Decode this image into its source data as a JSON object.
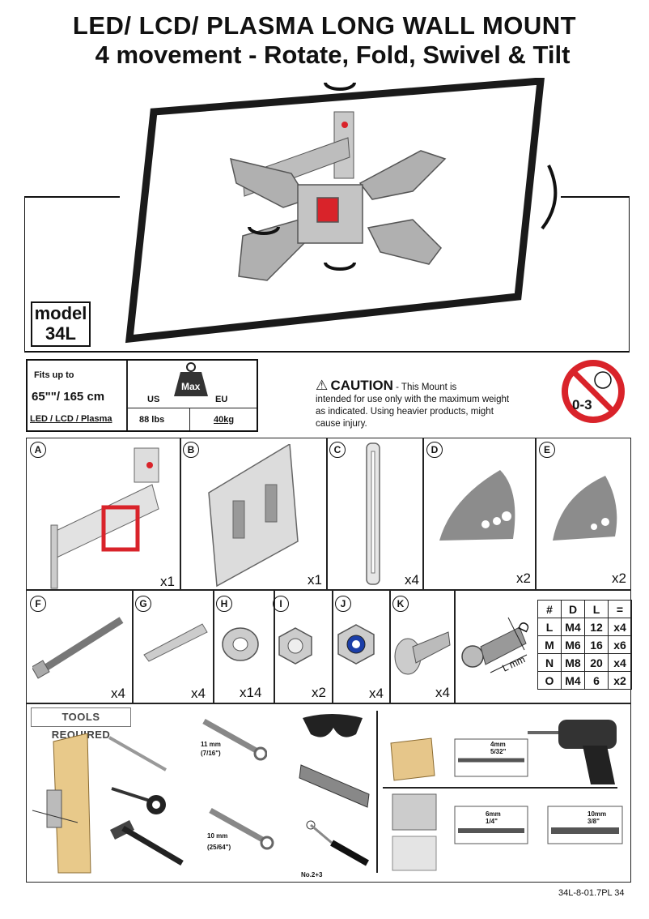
{
  "header": {
    "title": "LED/ LCD/ PLASMA LONG WALL MOUNT",
    "subtitle": "4 movement - Rotate, Fold, Swivel & Tilt"
  },
  "model": {
    "label": "model",
    "value": "34L"
  },
  "spec": {
    "fits_up_to": "Fits up to",
    "size": "65\"\"/ 165 cm",
    "screen_types": "LED / LCD / Plasma",
    "max_label": "Max",
    "us_label": "US",
    "eu_label": "EU",
    "us_value": "88 lbs",
    "eu_value": "40kg"
  },
  "caution": {
    "heading": "CAUTION",
    "text_first": " - This Mount is",
    "text_rest": "intended for use only with the maximum weight as indicated. Using heavier products, might cause injury."
  },
  "age_warning": "0-3",
  "parts_row1": [
    {
      "letter": "A",
      "qty": "x1"
    },
    {
      "letter": "B",
      "qty": "x1"
    },
    {
      "letter": "C",
      "qty": "x4"
    },
    {
      "letter": "D",
      "qty": "x2"
    },
    {
      "letter": "E",
      "qty": "x2"
    }
  ],
  "parts_row2": [
    {
      "letter": "F",
      "qty": "x4"
    },
    {
      "letter": "G",
      "qty": "x4"
    },
    {
      "letter": "H",
      "qty": "x14"
    },
    {
      "letter": "I",
      "qty": "x2"
    },
    {
      "letter": "J",
      "qty": "x4"
    },
    {
      "letter": "K",
      "qty": "x4"
    }
  ],
  "screw_labels": {
    "d": "D",
    "l": "L mm"
  },
  "screw_table": {
    "headers": [
      "#",
      "D",
      "L",
      "="
    ],
    "rows": [
      [
        "L",
        "M4",
        "12",
        "x4"
      ],
      [
        "M",
        "M6",
        "16",
        "x6"
      ],
      [
        "N",
        "M8",
        "20",
        "x4"
      ],
      [
        "O",
        "M4",
        "6",
        "x2"
      ]
    ]
  },
  "tools": {
    "label": "TOOLS REQUIRED",
    "wrench1_mm": "11 mm",
    "wrench1_in": "(7/16\")",
    "wrench2_mm": "10 mm",
    "wrench2_in": "(25/64\")",
    "screwdriver": "No.2+3",
    "drill_wood_mm": "4mm",
    "drill_wood_in": "5/32\"",
    "drill_brick1_mm": "6mm",
    "drill_brick1_in": "1/4\"",
    "drill_brick2_mm": "10mm",
    "drill_brick2_in": "3/8\""
  },
  "footer": "34L-8-01.7PL  34",
  "colors": {
    "accent_red": "#d9232a",
    "panel_grey": "#a8a8a8",
    "frame": "#111111"
  }
}
